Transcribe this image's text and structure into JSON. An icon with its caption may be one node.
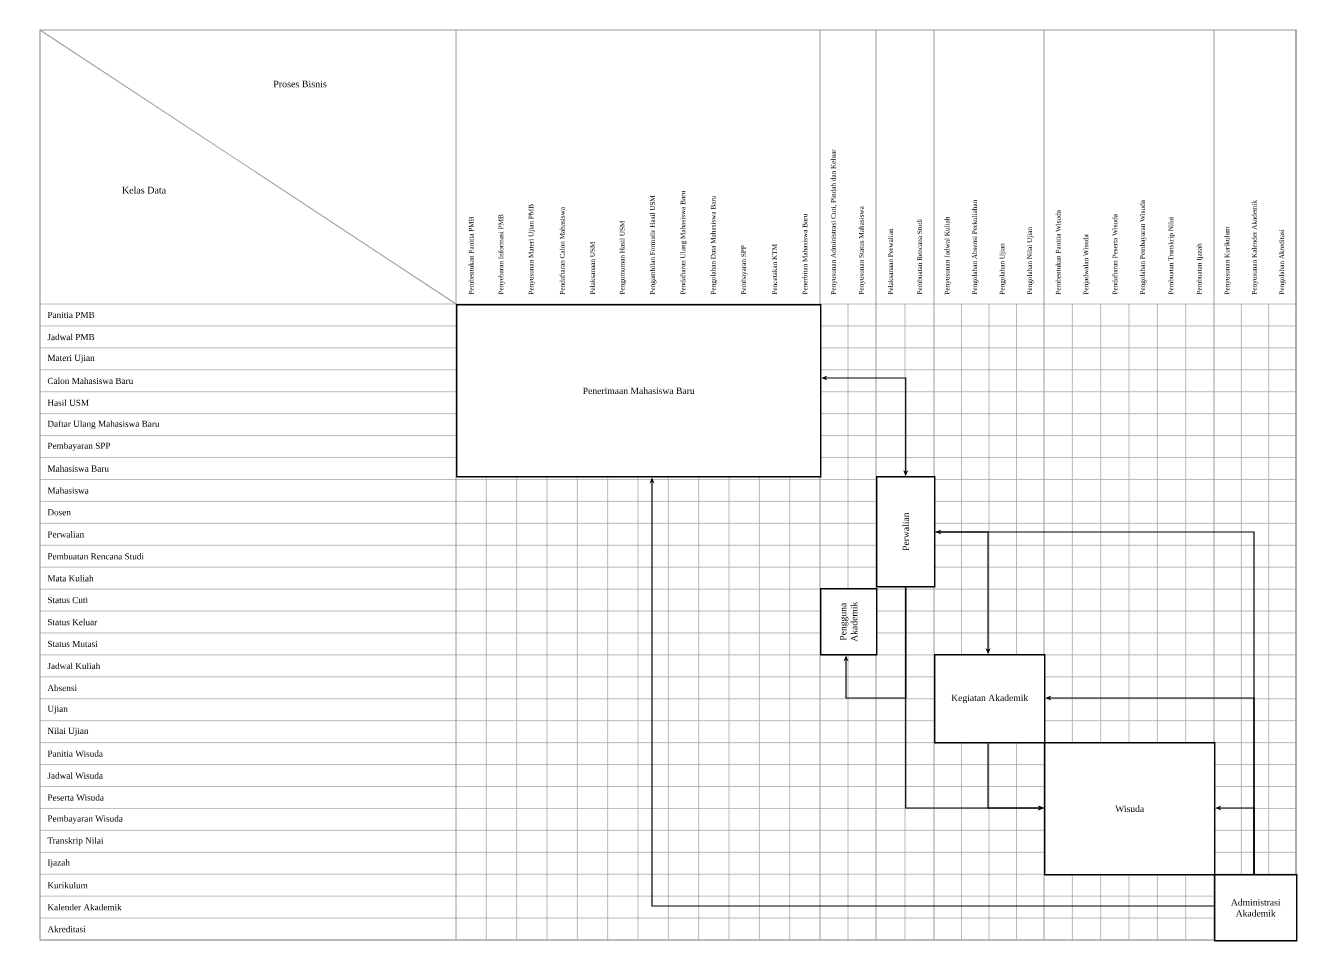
{
  "diagram": {
    "nodes": [
      {
        "text": [
          "Penerimaan Mahasiswa Baru"
        ]
      },
      {
        "text": [
          "Perwalian"
        ]
      },
      {
        "text": [
          "Pengguna Akademik"
        ]
      },
      {
        "text": [
          "Kegiatan Akademik"
        ]
      },
      {
        "text": [
          "Wisuda"
        ]
      },
      {
        "text": [
          "Administrasi Akademik"
        ]
      }
    ],
    "edges": [
      {
        "from": 1,
        "to": 0,
        "arrow": "both"
      },
      {
        "from": 5,
        "to": 1,
        "arrow": "to"
      },
      {
        "from": 1,
        "to": 3,
        "arrow": "to"
      },
      {
        "from": 5,
        "to": 3,
        "arrow": "to"
      },
      {
        "from": 5,
        "to": 4,
        "arrow": "to"
      },
      {
        "from": 5,
        "to": 0,
        "arrow": "to"
      },
      {
        "from": 1,
        "to": 2,
        "arrow": "to"
      },
      {
        "from": 1,
        "to": 4,
        "arrow": "to"
      },
      {
        "from": 3,
        "to": 4,
        "arrow": "to"
      }
    ],
    "labels": [
      "Proses Bisnis",
      "Kelas Data",
      "Pembentukan Panitia PMB",
      "Penyebaran Informasi PMB",
      "Penyusunan Materi Ujian PMB",
      "Pendaftaran Calon Mahasiswa",
      "Pelaksanaan USM",
      "Pengumuman Hasil USM",
      "Pengambilan Formulir Hasil USM",
      "Pendaftaran Ulang Mahasiswa Baru",
      "Pengolahan Data Mahasiswa Baru",
      "Pembayaran SPP",
      "Pencetakan KTM",
      "Penerbitan Mahasiswa Baru",
      "Penyusunan Administrasi Cuti, Pindah dan Keluar",
      "Penyusunan Status Mahasiswa",
      "Pelaksanaan Perwalian",
      "Pembuatan Rencana Studi",
      "Penyusunan Jadwal Kuliah",
      "Pengolahan Absensi Perkuliahan",
      "Pengolahan Ujian",
      "Pengolahan Nilai Ujian",
      "Pembentukan Panitia Wisuda",
      "Penjadwalan Wisuda",
      "Pendaftaran Peserta Wisuda",
      "Pengolahan Pembayaran Wisuda",
      "Pembuatan Transkrip Nilai",
      "Pembuatan Ijazah",
      "Penyusunan Kurikulum",
      "Penyusunan Kalender Akademik",
      "Pengolahan Akreditasi",
      "Panitia PMB",
      "Jadwal PMB",
      "Materi Ujian",
      "Calon Mahasiswa Baru",
      "Hasil USM",
      "Daftar Ulang Mahasiswa Baru",
      "Pembayaran SPP",
      "Mahasiswa Baru",
      "Mahasiswa",
      "Dosen",
      "Perwalian",
      "Pembuatan Rencana Studi",
      "Mata Kuliah",
      "Status Cuti",
      "Status Keluar",
      "Status Mutasi",
      "Jadwal Kuliah",
      "Absensi",
      "Ujian",
      "Nilai Ujian",
      "Panitia Wisuda",
      "Jadwal Wisuda",
      "Peserta Wisuda",
      "Pembayaran Wisuda",
      "Transkrip Nilai",
      "Ijazah",
      "Kurikulum",
      "Kalender Akademik",
      "Akreditasi"
    ]
  }
}
